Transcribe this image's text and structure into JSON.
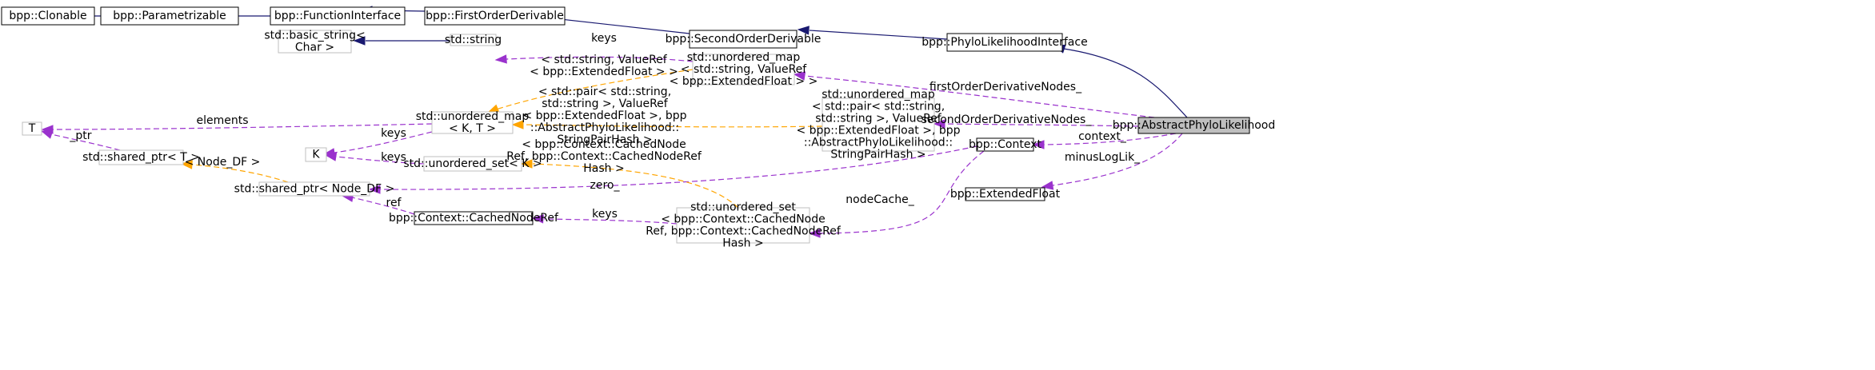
{
  "nodes": {
    "clonable": [
      "bpp::Clonable"
    ],
    "parametrizable": [
      "bpp::Parametrizable"
    ],
    "function_interface": [
      "bpp::FunctionInterface"
    ],
    "first_order_derivable": [
      "bpp::FirstOrderDerivable"
    ],
    "second_order_derivable": [
      "bpp::SecondOrderDerivable"
    ],
    "phylo_likelihood_interface": [
      "bpp::PhyloLikelihoodInterface"
    ],
    "abstract_phylo_likelihood": [
      "bpp::AbstractPhyloLikelihood"
    ],
    "basic_string": [
      "std::basic_string<",
      "Char >"
    ],
    "string": [
      "std::string"
    ],
    "umap_string_valueref": [
      "std::unordered_map",
      "< std::string, ValueRef",
      "< bpp::ExtendedFloat > >"
    ],
    "umap_pair_valueref": [
      "std::unordered_map",
      "< std::pair< std::string,",
      "std::string >, ValueRef",
      "< bpp::ExtendedFloat >, bpp",
      "::AbstractPhyloLikelihood::",
      "StringPairHash >"
    ],
    "umap_k_t": [
      "std::unordered_map",
      "< K, T >"
    ],
    "t": [
      "T"
    ],
    "k": [
      "K"
    ],
    "shared_ptr_t": [
      "std::shared_ptr< T >"
    ],
    "unordered_set_k": [
      "std::unordered_set< K >"
    ],
    "shared_ptr_node": [
      "std::shared_ptr< Node_DF >"
    ],
    "context": [
      "bpp::Context"
    ],
    "extended_float": [
      "bpp::ExtendedFloat"
    ],
    "cached_node_ref": [
      "bpp::Context::CachedNodeRef"
    ],
    "unordered_set_cached": [
      "std::unordered_set",
      "< bpp::Context::CachedNode",
      "Ref, bpp::Context::CachedNodeRef",
      "Hash >"
    ]
  },
  "edges": {
    "keys_string": [
      "keys"
    ],
    "tmpl_string_valueref": [
      "< std::string, ValueRef",
      "< bpp::ExtendedFloat > >"
    ],
    "first_order_derivative_nodes": [
      "firstOrderDerivativeNodes_"
    ],
    "tmpl_pair_valueref": [
      "< std::pair< std::string,",
      "std::string >, ValueRef",
      "< bpp::ExtendedFloat >, bpp",
      "::AbstractPhyloLikelihood::",
      "StringPairHash >"
    ],
    "second_order_derivative_nodes": [
      "secondOrderDerivativeNodes_"
    ],
    "elements": [
      "elements"
    ],
    "keys_k_map": [
      "keys"
    ],
    "ptr": [
      "_ptr"
    ],
    "keys_k_set": [
      "keys"
    ],
    "tmpl_cached_set": [
      "< bpp::Context::CachedNode",
      "Ref, bpp::Context::CachedNodeRef",
      "Hash >"
    ],
    "context_member": [
      "context_"
    ],
    "minus_log_lik": [
      "minusLogLik_"
    ],
    "tmpl_node_df": [
      "< Node_DF >"
    ],
    "zero": [
      "zero_"
    ],
    "ref": [
      "ref"
    ],
    "node_cache": [
      "nodeCache_"
    ],
    "keys_cached": [
      "keys"
    ]
  },
  "colors": {
    "inheritance": "#191970",
    "usage": "#9a32cd",
    "template": "#ffa500",
    "border_documented": "#000000",
    "border_undocumented": "#bfbfbf",
    "highlight_fill": "#bfbfbf"
  }
}
